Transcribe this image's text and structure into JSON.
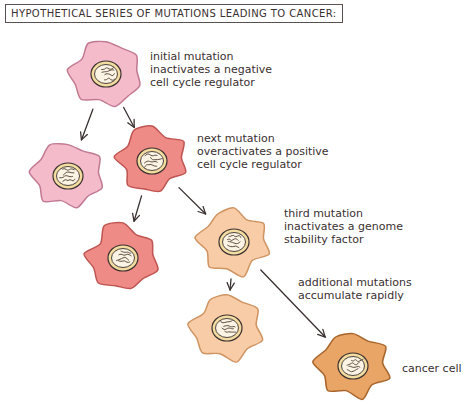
{
  "diagram": {
    "title": "HYPOTHETICAL SERIES OF MUTATIONS LEADING TO CANCER:",
    "nodes": [
      {
        "text": [
          "initial mutation inactivates a negative cell cycle regulator"
        ]
      },
      {
        "text": []
      },
      {
        "text": [
          "next mutation overactivates a positive cell cycle regulator"
        ]
      },
      {
        "text": []
      },
      {
        "text": [
          "third mutation inactivates a genome stability factor"
        ]
      },
      {
        "text": []
      },
      {
        "text": [
          "cancer cell"
        ]
      }
    ],
    "edges": [
      {
        "from": 0,
        "to": 1,
        "arrow": "to"
      },
      {
        "from": 0,
        "to": 2,
        "arrow": "to"
      },
      {
        "from": 2,
        "to": 3,
        "arrow": "to"
      },
      {
        "from": 2,
        "to": 4,
        "arrow": "to"
      },
      {
        "from": 4,
        "to": 5,
        "arrow": "to"
      },
      {
        "from": 4,
        "to": 6,
        "label": "additional mutations accumulate rapidly",
        "arrow": "to"
      }
    ]
  }
}
